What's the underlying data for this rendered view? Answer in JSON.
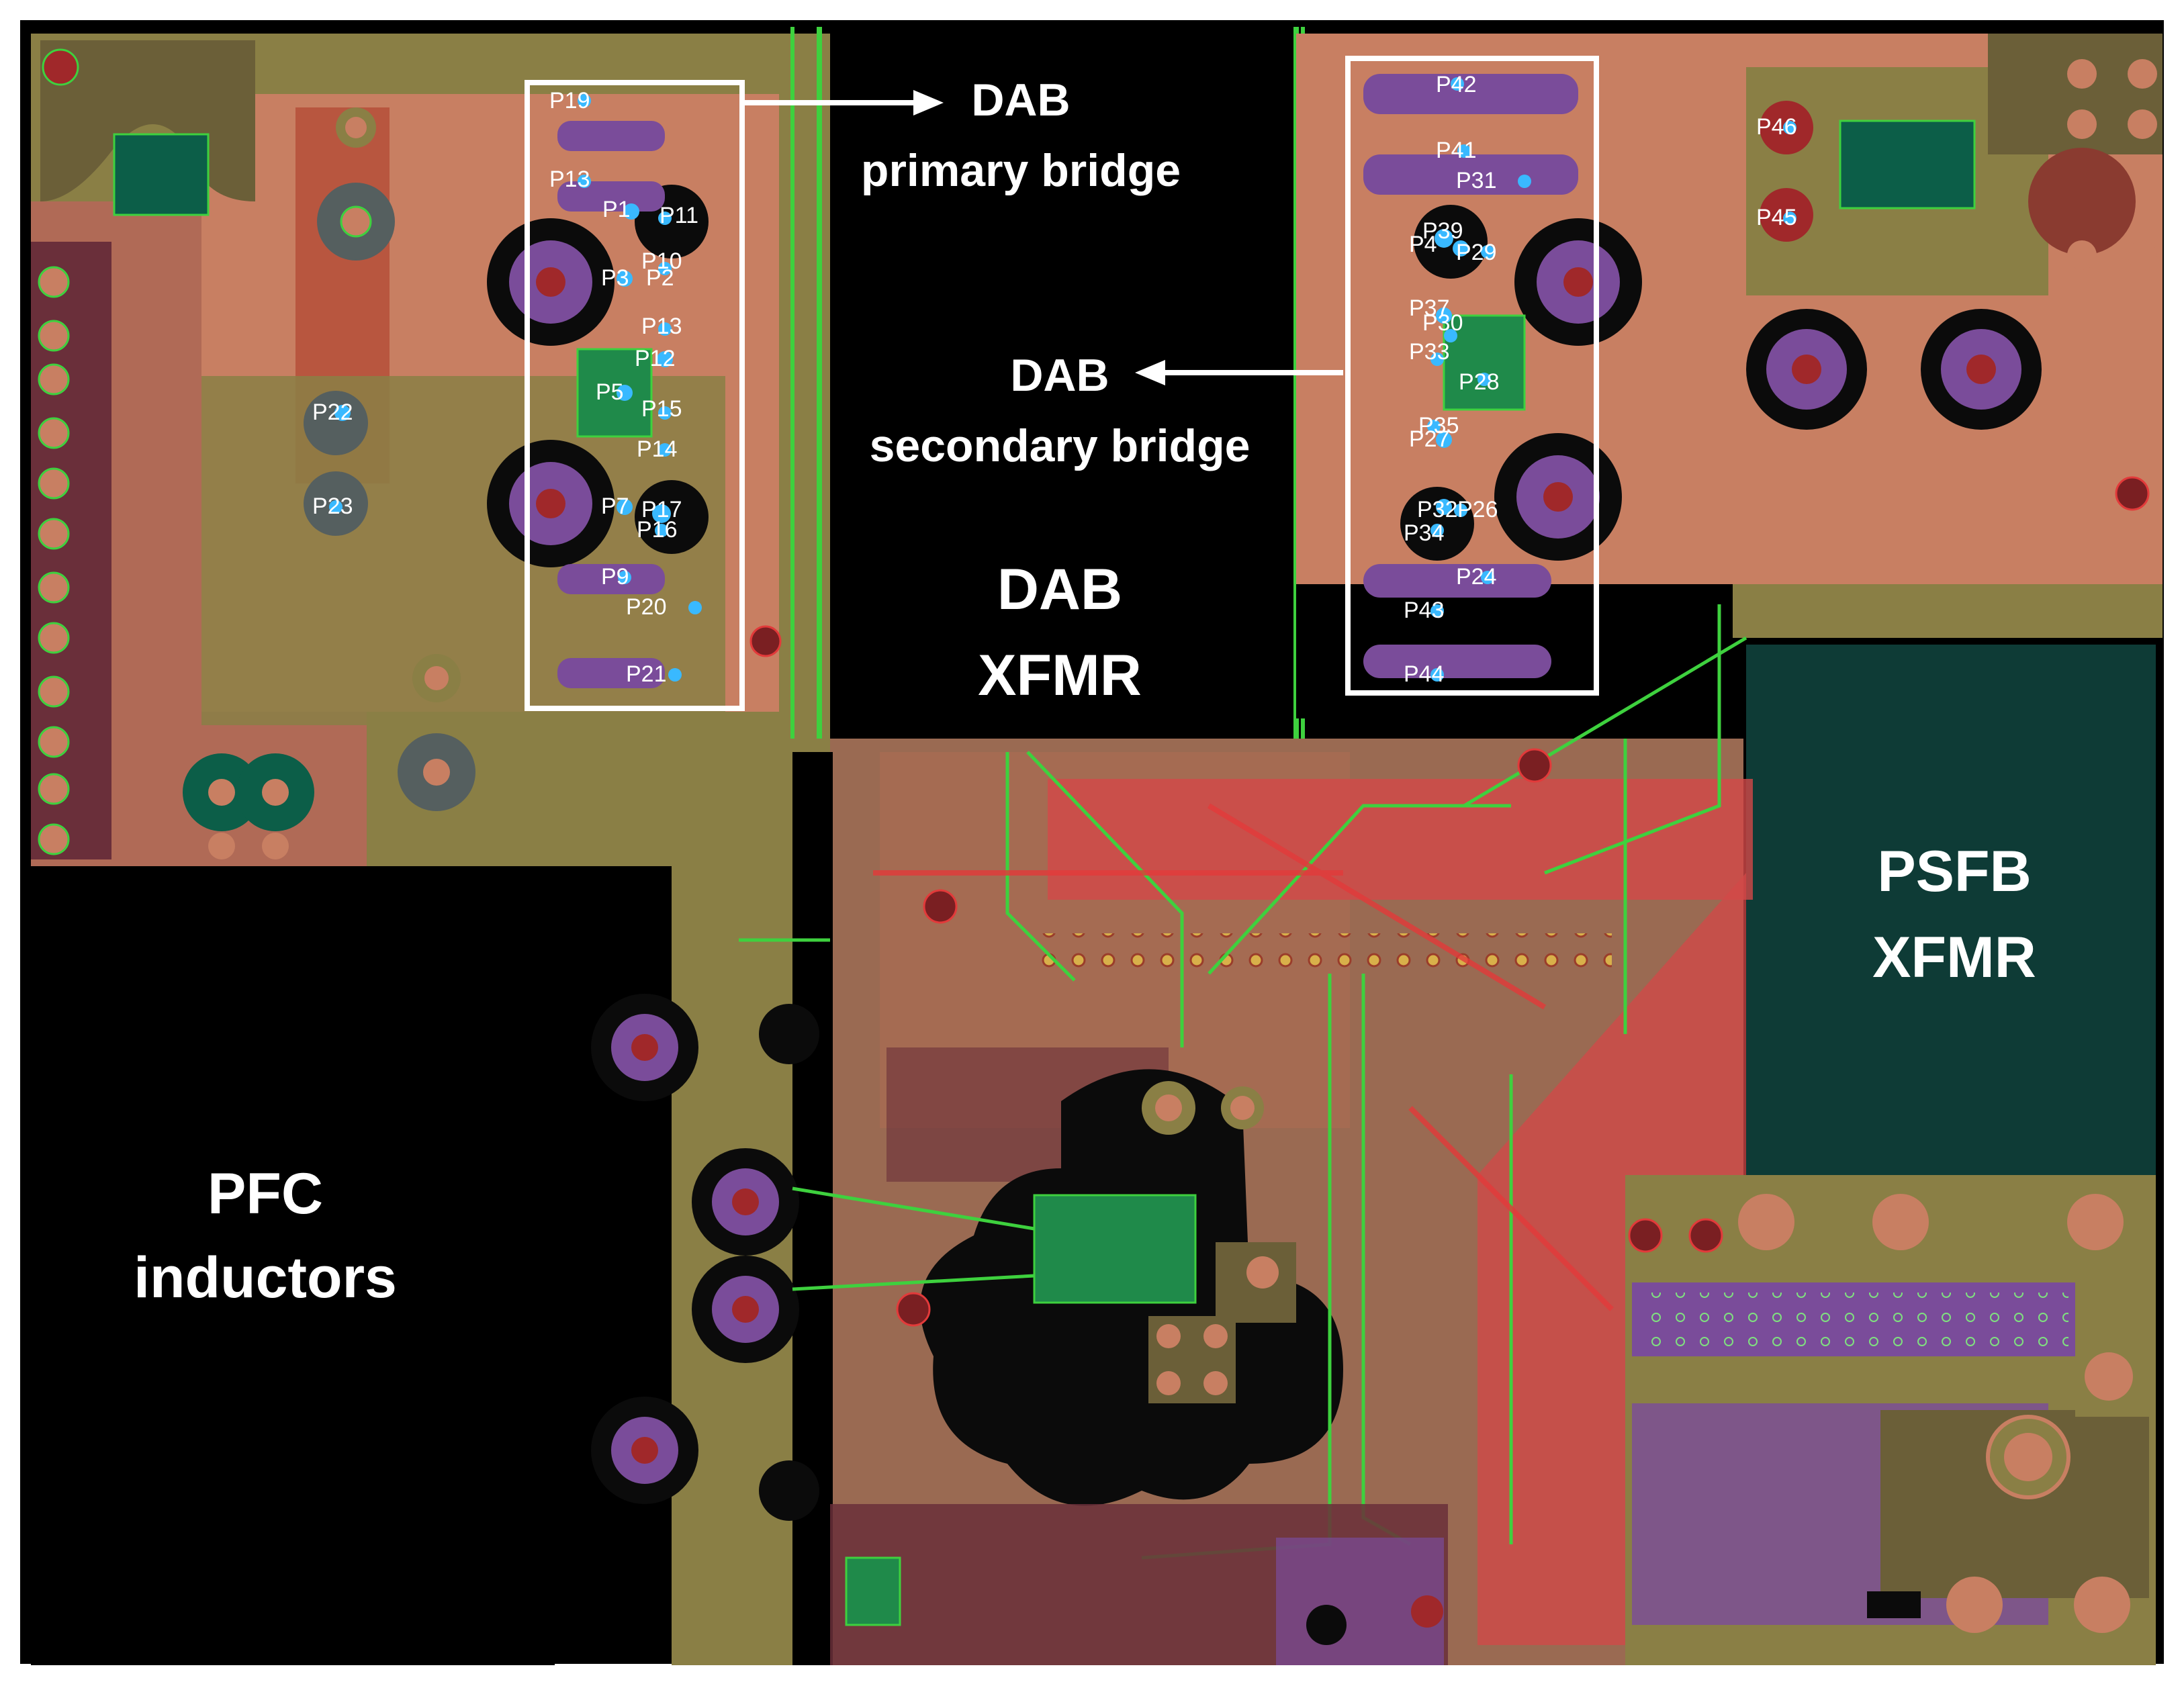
{
  "labels": {
    "dab_primary_line1": "DAB",
    "dab_primary_line2": "primary bridge",
    "dab_secondary_line1": "DAB",
    "dab_secondary_line2": "secondary bridge",
    "dab_xfmr_line1": "DAB",
    "dab_xfmr_line2": "XFMR",
    "psfb_xfmr_line1": "PSFB",
    "psfb_xfmr_line2": "XFMR",
    "pfc_line1": "PFC",
    "pfc_line2": "inductors"
  },
  "probes_left": [
    "P19",
    "P13",
    "P1",
    "P11",
    "P3",
    "P10",
    "P2",
    "P13",
    "P12",
    "P5",
    "P15",
    "P14",
    "P7",
    "P17",
    "P16",
    "P9",
    "P20",
    "P21",
    "P22",
    "P23"
  ],
  "probes_right": [
    "P42",
    "P41",
    "P31",
    "P39",
    "P4",
    "P29",
    "P37",
    "P30",
    "P33",
    "P28",
    "P35",
    "P27",
    "P32",
    "P26",
    "P34",
    "P24",
    "P43",
    "P44",
    "P46",
    "P45"
  ],
  "colors": {
    "board_background": "#000000",
    "copper_top": "#c87f62",
    "copper_olive": "#8a7f45",
    "trace_green": "#3ed13e",
    "trace_red": "#e23a3a",
    "via_purple": "#7a4c9a",
    "xfmr_teal": "#0e3b36",
    "highlight_box": "#ffffff"
  }
}
